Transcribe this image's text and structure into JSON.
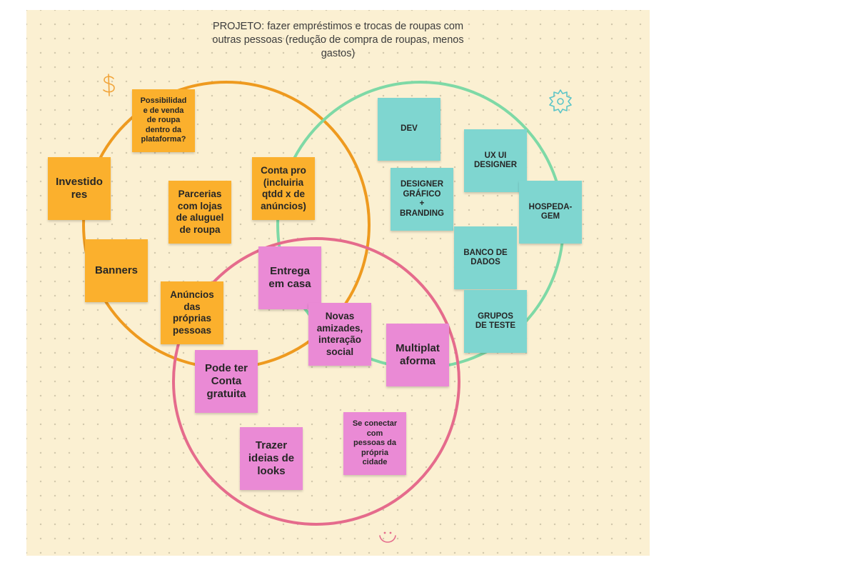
{
  "board": {
    "title_lines": [
      "PROJETO: fazer empréstimos e trocas de roupas com",
      "outras pessoas (redução de compra de roupas, menos",
      "gastos)"
    ]
  },
  "colors": {
    "board": "#fbf0d2",
    "orange_circle": "#ee9a1f",
    "green_circle": "#7ed9a6",
    "pink_circle": "#e56b8c",
    "orange_note": "#fbb02d",
    "pink_note": "#ea8ad5",
    "teal_note": "#7fd6d0"
  },
  "doodles": {
    "dollar": "dollar-sign-icon",
    "gear": "gear-icon",
    "smile": "smiley-icon"
  },
  "notes": {
    "orange": [
      {
        "text": "Possibilidad\ne de venda\nde roupa\ndentro da\nplataforma?"
      },
      {
        "text": "Investido\nres"
      },
      {
        "text": "Parcerias\ncom lojas\nde aluguel\nde roupa"
      },
      {
        "text": "Conta pro\n(incluiria\nqtdd x de\nanúncios)"
      },
      {
        "text": "Banners"
      },
      {
        "text": "Anúncios\ndas\npróprias\npessoas"
      }
    ],
    "pink": [
      {
        "text": "Entrega\nem casa"
      },
      {
        "text": "Novas\namizades,\ninteração\nsocial"
      },
      {
        "text": "Multiplat\naforma"
      },
      {
        "text": "Pode ter\nConta\ngratuita"
      },
      {
        "text": "Trazer\nideias de\nlooks"
      },
      {
        "text": "Se conectar\ncom\npessoas da\nprópria\ncidade"
      }
    ],
    "teal": [
      {
        "text": "DEV"
      },
      {
        "text": "UX UI\nDESIGNER"
      },
      {
        "text": "DESIGNER\nGRÁFICO\n+\nBRANDING"
      },
      {
        "text": "HOSPEDA-\nGEM"
      },
      {
        "text": "BANCO DE\nDADOS"
      },
      {
        "text": "GRUPOS\nDE TESTE"
      }
    ]
  }
}
